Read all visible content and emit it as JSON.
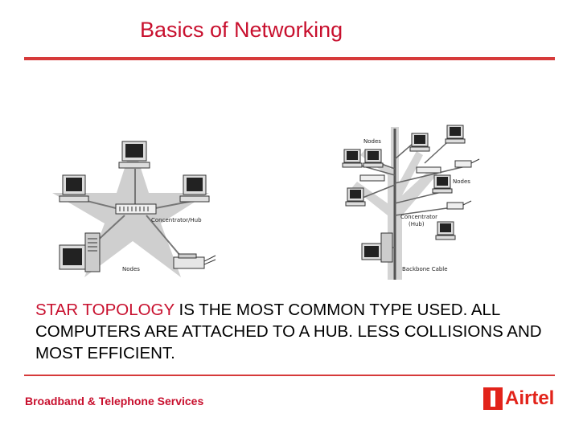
{
  "slide": {
    "title": "Basics of Networking",
    "caption_highlight": "STAR TOPOLOGY",
    "caption_rest": " IS THE MOST COMMON TYPE USED. ALL COMPUTERS ARE ATTACHED TO A HUB. LESS COLLISIONS AND MOST EFFICIENT."
  },
  "star_diagram": {
    "hub_label": "Concentrator/Hub",
    "nodes_label": "Nodes"
  },
  "tree_diagram": {
    "nodes_label_top": "Nodes",
    "nodes_label_right": "Nodes",
    "hub_label_line1": "Concentrator",
    "hub_label_line2": "(Hub)",
    "backbone_label": "Backbone Cable"
  },
  "footer": {
    "tagline": "Broadband & Telephone Services",
    "logo_part1": "Air",
    "logo_part2": "tel"
  },
  "colors": {
    "accent": "#c8102e",
    "rule": "#d63a3a",
    "star_shape": "#cfcfcf"
  }
}
